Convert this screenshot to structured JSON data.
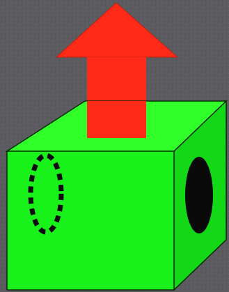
{
  "scene": {
    "background_color": "#5b5b60",
    "arrow": {
      "direction": "up",
      "color": "#ff2a17"
    },
    "box": {
      "front_color": "#18f21a",
      "top_color": "#30ff2a",
      "side_color": "#12d818",
      "outline_color": "#0a2a0a"
    },
    "front_marking": {
      "shape": "dashed-ellipse",
      "color": "#0a0a0a"
    },
    "side_marking": {
      "shape": "solid-ellipse",
      "color": "#0a0a0a"
    }
  }
}
